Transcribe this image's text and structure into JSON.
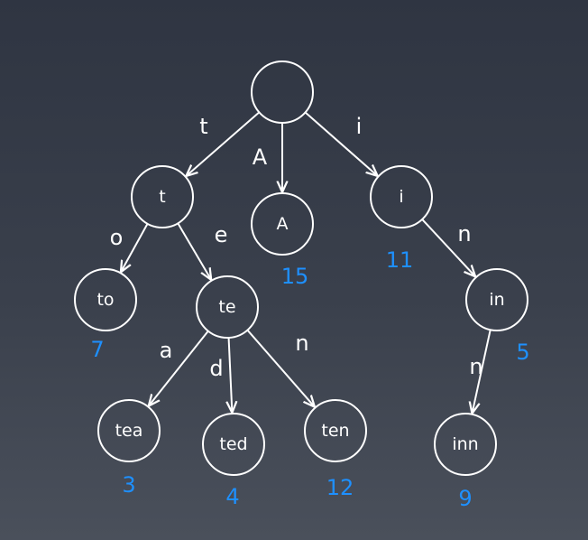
{
  "colors": {
    "background": "#353b47",
    "stroke": "#ffffff",
    "value": "#1e90ff"
  },
  "nodes": [
    {
      "id": "root",
      "label": ""
    },
    {
      "id": "t",
      "label": "t"
    },
    {
      "id": "A",
      "label": "A",
      "value": "15"
    },
    {
      "id": "i",
      "label": "i",
      "value": "11"
    },
    {
      "id": "to",
      "label": "to",
      "value": "7"
    },
    {
      "id": "te",
      "label": "te"
    },
    {
      "id": "in",
      "label": "in",
      "value": "5"
    },
    {
      "id": "tea",
      "label": "tea",
      "value": "3"
    },
    {
      "id": "ted",
      "label": "ted",
      "value": "4"
    },
    {
      "id": "ten",
      "label": "ten",
      "value": "12"
    },
    {
      "id": "inn",
      "label": "inn",
      "value": "9"
    }
  ],
  "edges": [
    {
      "from": "root",
      "to": "t",
      "label": "t"
    },
    {
      "from": "root",
      "to": "A",
      "label": "A"
    },
    {
      "from": "root",
      "to": "i",
      "label": "i"
    },
    {
      "from": "t",
      "to": "to",
      "label": "o"
    },
    {
      "from": "t",
      "to": "te",
      "label": "e"
    },
    {
      "from": "i",
      "to": "in",
      "label": "n"
    },
    {
      "from": "te",
      "to": "tea",
      "label": "a"
    },
    {
      "from": "te",
      "to": "ted",
      "label": "d"
    },
    {
      "from": "te",
      "to": "ten",
      "label": "n"
    },
    {
      "from": "in",
      "to": "inn",
      "label": "n"
    }
  ]
}
